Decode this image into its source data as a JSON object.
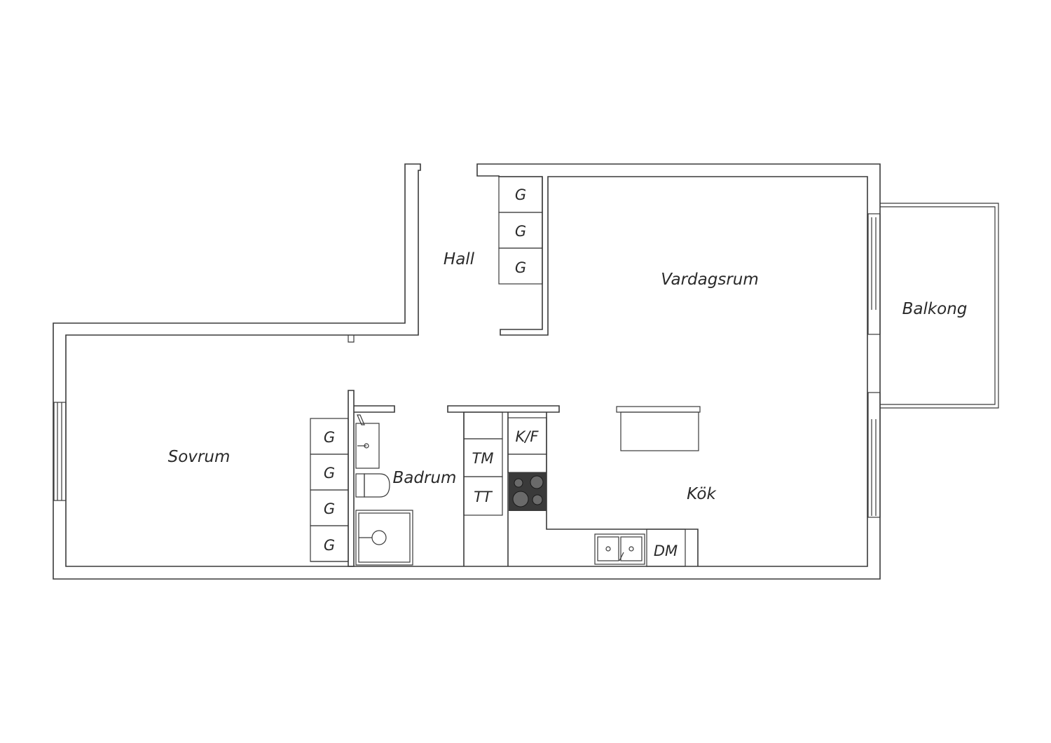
{
  "rooms": {
    "hall": "Hall",
    "vardagsrum": "Vardagsrum",
    "balkong": "Balkong",
    "sovrum": "Sovrum",
    "badrum": "Badrum",
    "kok": "Kök"
  },
  "fixtures": {
    "hall_wardrobe": [
      "G",
      "G",
      "G"
    ],
    "bedroom_wardrobe": [
      "G",
      "G",
      "G",
      "G"
    ],
    "fridge_freezer": "K/F",
    "washing_machine": "TM",
    "dryer": "TT",
    "dishwasher": "DM"
  },
  "colors": {
    "wall_stroke": "#3a3a3a",
    "stove": "#3a3a3a",
    "background": "#ffffff"
  }
}
